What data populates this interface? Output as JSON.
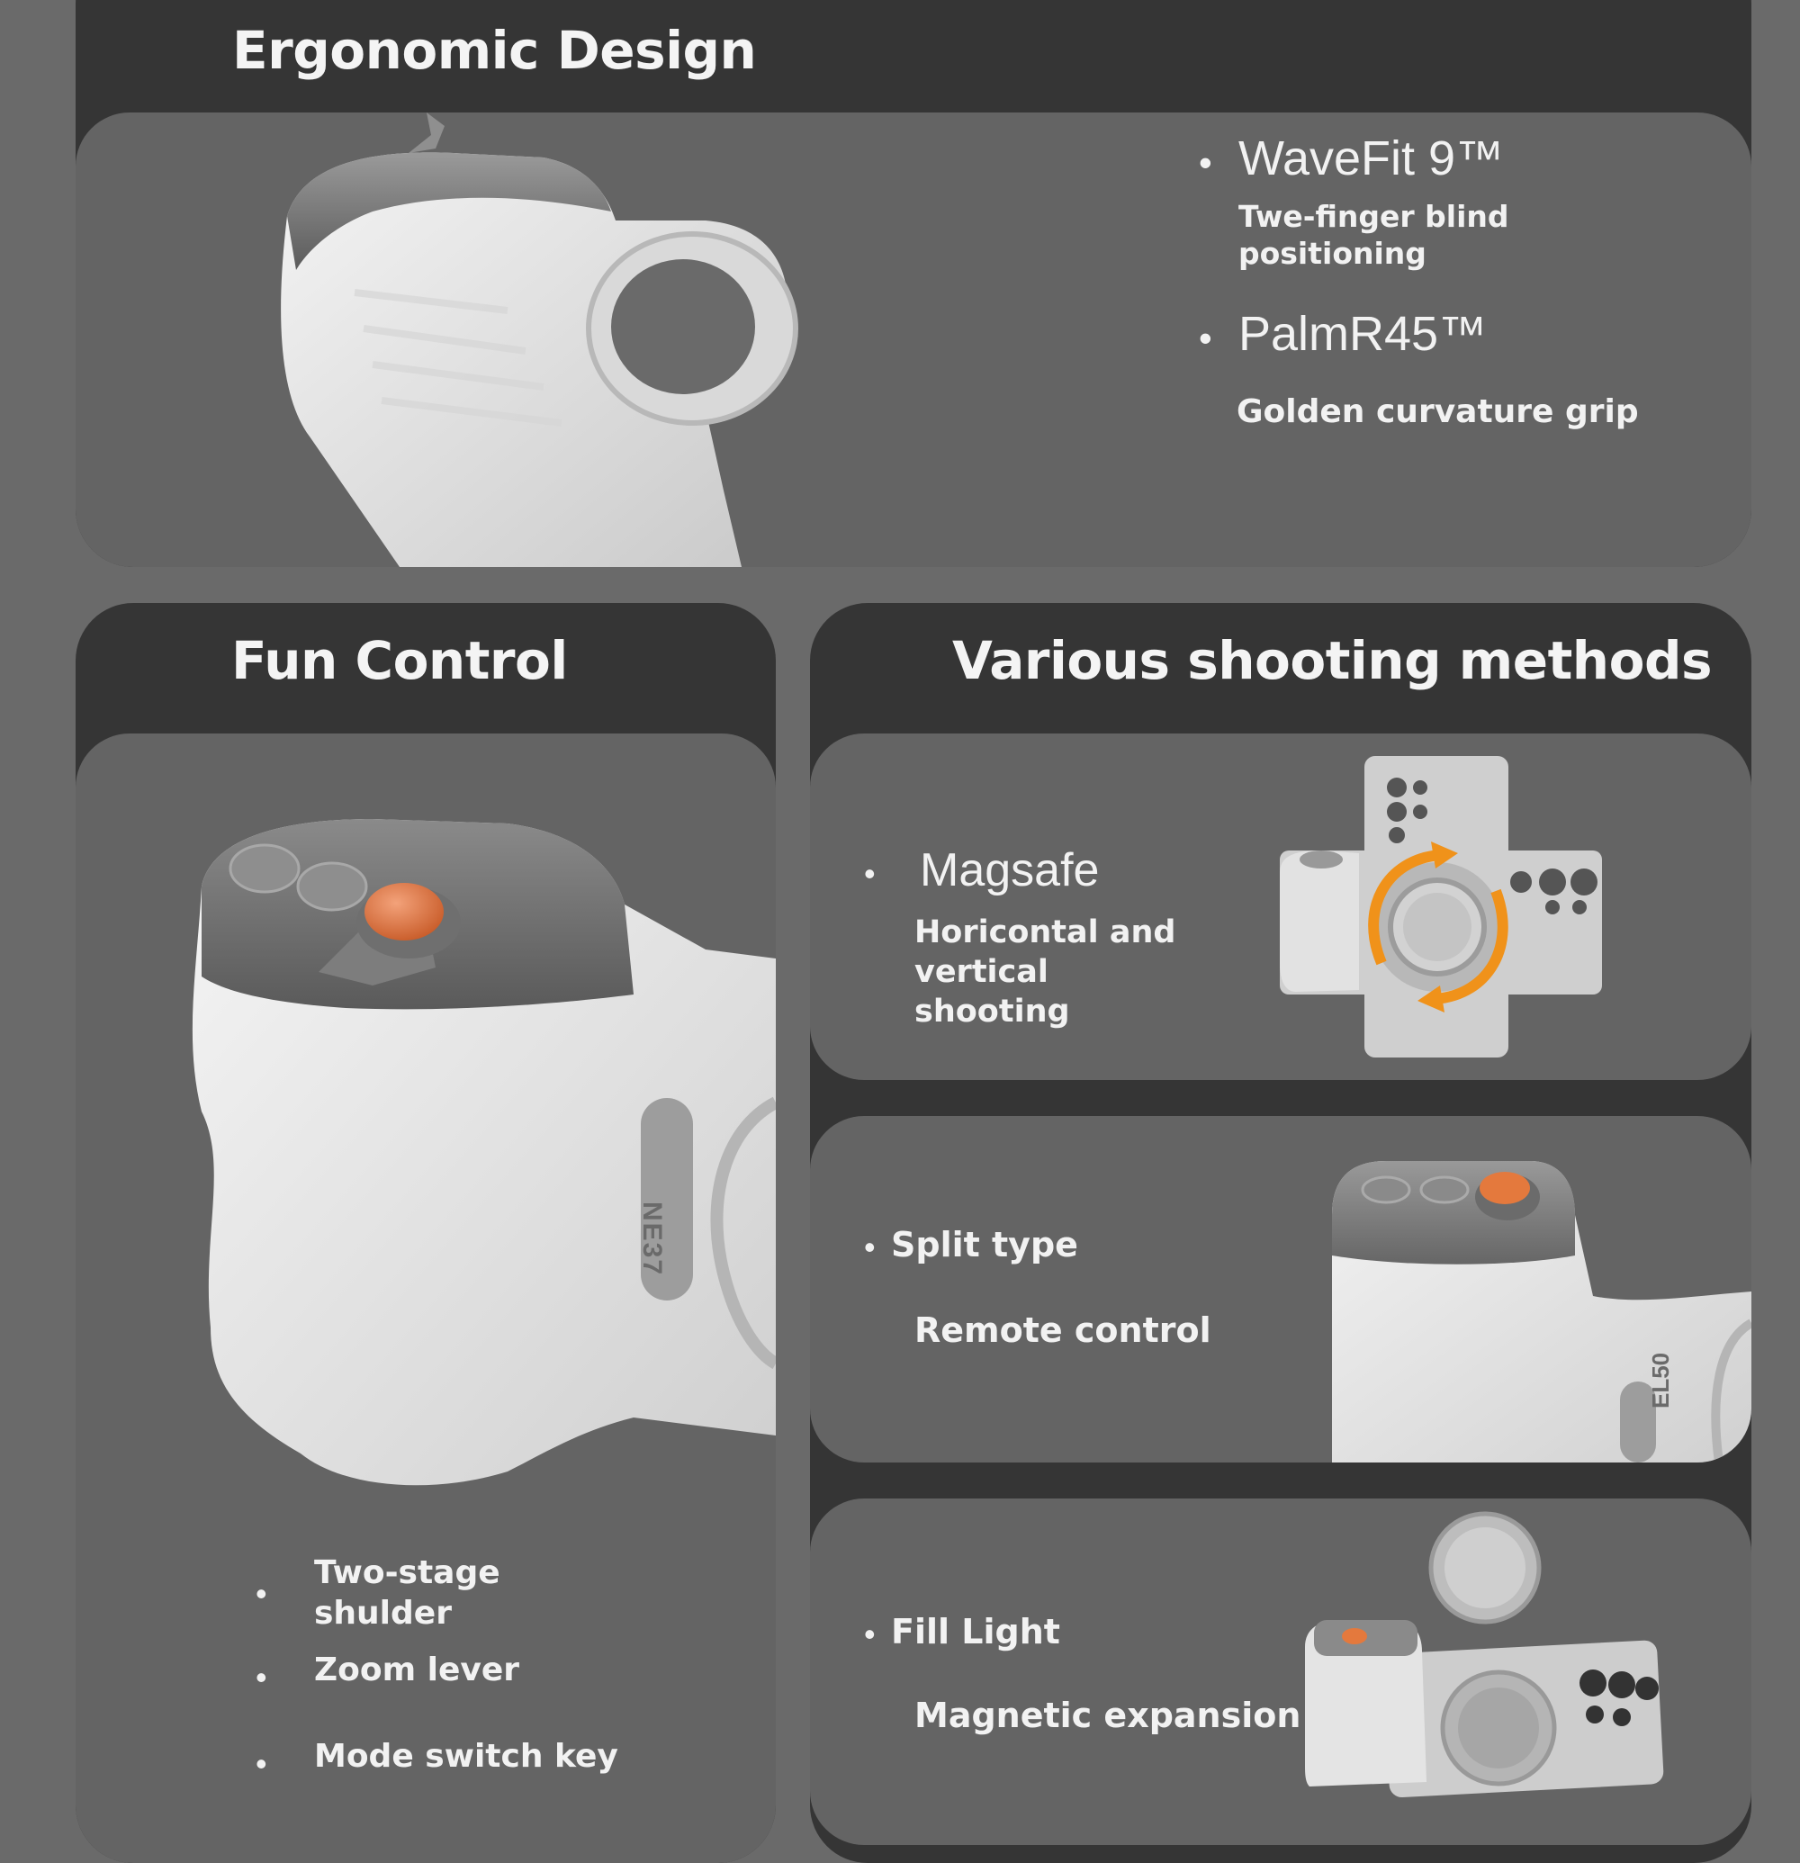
{
  "ergonomic": {
    "title": "Ergonomic Design",
    "features": [
      {
        "name": "WaveFit 9™",
        "desc": "Twe-finger blind positioning"
      },
      {
        "name": "PalmR45™",
        "desc": "Golden curvature grip"
      }
    ]
  },
  "fun_control": {
    "title": "Fun Control",
    "brand_mark": "NE37",
    "items": [
      "Two-stage shulder",
      "Zoom lever",
      "Mode switch key"
    ]
  },
  "shooting": {
    "title": "Various shooting methods",
    "methods": [
      {
        "name": "Magsafe",
        "desc": "Horicontal and vertical shooting"
      },
      {
        "name": "Split type",
        "desc": "Remote control",
        "brand_mark": "EL50"
      },
      {
        "name": "Fill Light",
        "desc": "Magnetic expansion"
      }
    ]
  },
  "colors": {
    "panel_dark": "#353535",
    "card": "#646464",
    "background": "#6a6a6a",
    "accent_orange": "#f0921a",
    "shutter": "#e4793d"
  }
}
